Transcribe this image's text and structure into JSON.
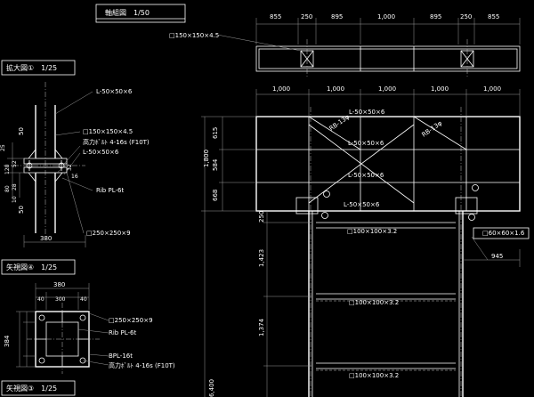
{
  "titles": {
    "main": "軸組図　1/50",
    "enlarged": "拡大図①　1/25",
    "view_a": "矢視図④　1/25",
    "view_b": "矢視図③　1/25"
  },
  "top_dims": [
    "855",
    "250",
    "895",
    "1,000",
    "895",
    "250",
    "855"
  ],
  "mid_dims": [
    "1,000",
    "1,000",
    "1,000",
    "1,000",
    "1,000"
  ],
  "left_dims": {
    "total": "1,800",
    "d1": "615",
    "d2": "584",
    "d3": "668",
    "base": "250",
    "low1": "1,423",
    "low2": "1,374",
    "low3": "6,400"
  },
  "labels": {
    "sq150": "□150×150×4.5",
    "l50_a": "L-50×50×6",
    "sq150b": "□150×150×4.5",
    "bolt": "高力ﾎﾞﾙﾄ 4-16s (F10T)",
    "l50_b": "L-50×50×6",
    "rib": "Rib PL-6t",
    "base_pl": "□250×250×9",
    "rb13a": "RB-13φ",
    "rb13b": "RB-13φ",
    "l50_h1": "L-50×50×6",
    "l50_h2": "L-50×50×6",
    "l50_h3": "L-50×50×6",
    "l50_v": "L-50×50×6",
    "sq100_1": "□100×100×3.2",
    "sq100_2": "□100×100×3.2",
    "sq100_3": "□100×100×3.2",
    "sq60": "□60×60×1.6",
    "d945": "945",
    "va_380": "380",
    "va_40a": "40",
    "va_300": "300",
    "va_40b": "40",
    "va_384": "384",
    "va_plate": "□250×250×9",
    "va_rib": "Rib PL-6t",
    "va_bpl": "BPL-16t",
    "va_bolt": "高力ﾎﾞﾙﾄ 4-16s (F10T)",
    "en_50": "50",
    "en_380": "380",
    "en_50b": "50",
    "en_25": "25",
    "en_32": "32",
    "en_16": "16",
    "en_120": "120",
    "en_28": "28",
    "en_80": "80",
    "en_10": "10",
    "en_52": "52"
  }
}
